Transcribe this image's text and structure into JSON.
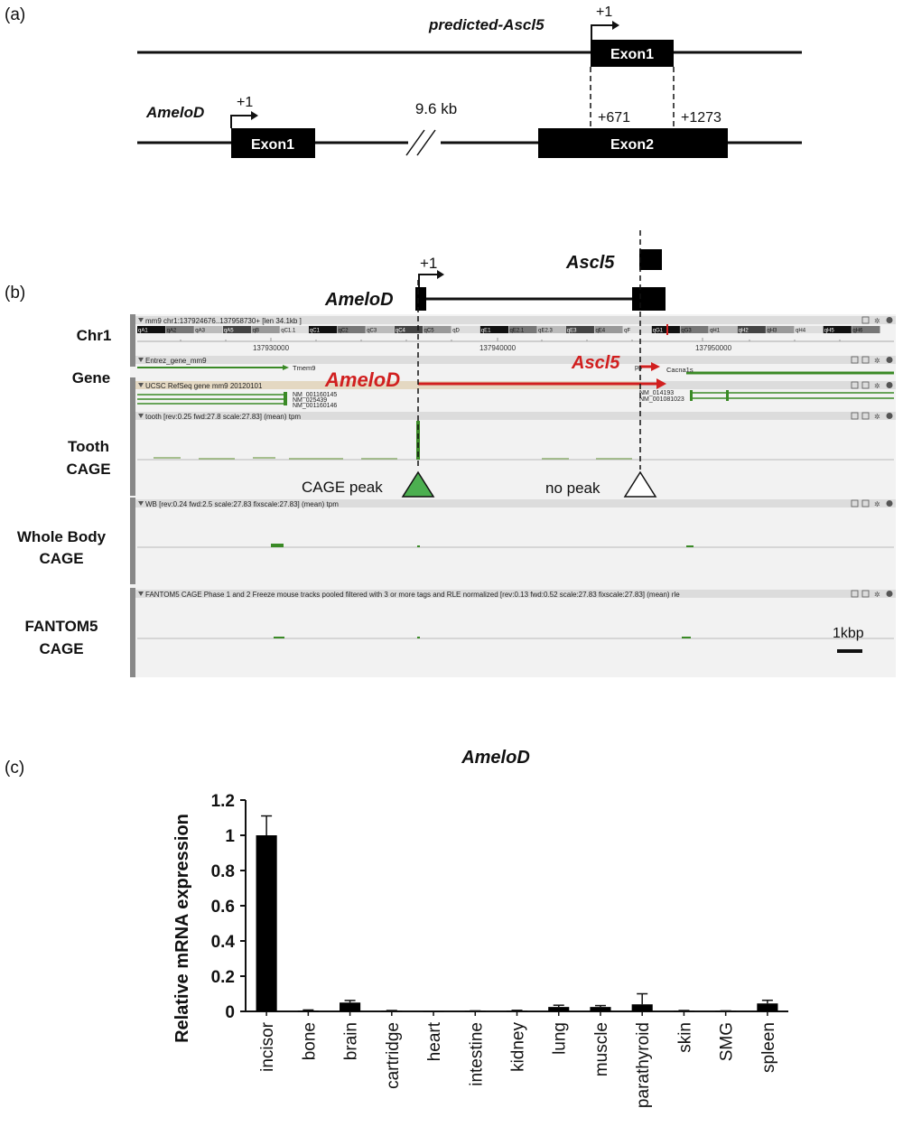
{
  "panel_a": {
    "label": "(a)",
    "top_gene": "predicted-Ascl5",
    "top_tss": "+1",
    "top_exon": "Exon1",
    "bottom_gene": "AmeloD",
    "bottom_tss": "+1",
    "exon1": "Exon1",
    "exon2": "Exon2",
    "gap": "9.6 kb",
    "pos_start": "+671",
    "pos_end": "+1273"
  },
  "panel_b": {
    "label": "(b)",
    "tss": "+1",
    "ascl5": "Ascl5",
    "amelod": "AmeloD",
    "row_chr1": "Chr1",
    "row_gene": "Gene",
    "row_tooth_1": "Tooth",
    "row_tooth_2": "CAGE",
    "row_wb_1": "Whole Body",
    "row_wb_2": "CAGE",
    "row_f5_1": "FANTOM5",
    "row_f5_2": "CAGE",
    "chr_header": "mm9 chr1:137924676..137958730+ [len 34.1kb ]",
    "bands": [
      "qA1",
      "qA2",
      "qA3",
      "qA5",
      "qB",
      "qC1.1",
      "qC1",
      "qC2",
      "qC3",
      "qC4",
      "qC5",
      "qD",
      "qE1",
      "qE2.1",
      "qE2.3",
      "qE3",
      "qE4",
      "qF",
      "qG1",
      "qG3",
      "qH1",
      "qH2",
      "qH3",
      "qH4",
      "qH5",
      "qH6"
    ],
    "coord_1": "137930000",
    "coord_2": "137940000",
    "coord_3": "137950000",
    "entrez_track": "Entrez_gene_mm9",
    "tmem9": "Tmem9",
    "ucsc_track": "UCSC RefSeq gene mm9 20120101",
    "nm_left": [
      "NM_001160145",
      "NM_025439",
      "NM_001160146"
    ],
    "nm_right": [
      "NM_014193",
      "NM_001081023"
    ],
    "cacna1s": "Cacna1s",
    "pp": "pp",
    "tooth_track": "tooth [rev:0.25 fwd:27.8 scale:27.83] (mean) tpm",
    "cage_peak": "CAGE peak",
    "no_peak": "no peak",
    "wb_track": "WB [rev:0.24 fwd:2.5 scale:27.83 fixscale:27.83] (mean) tpm",
    "f5_track": "FANTOM5 CAGE Phase 1 and 2 Freeze mouse tracks pooled filtered with 3 or more tags and RLE normalized [rev:0.13 fwd:0.52 scale:27.83 fixscale:27.83] (mean) rle",
    "scale_bar": "1kbp",
    "colors": {
      "red": "#d11f1f",
      "green": "#3a8a26",
      "peak_fill": "#4caf50"
    }
  },
  "panel_c": {
    "label": "(c)"
  },
  "chart_data": {
    "type": "bar",
    "title": "AmeloD",
    "xlabel": "",
    "ylabel": "Relative mRNA expression",
    "ylim": [
      0,
      1.2
    ],
    "yticks": [
      "0",
      "0.2",
      "0.4",
      "0.6",
      "0.8",
      "1",
      "1.2"
    ],
    "categories": [
      "incisor",
      "bone",
      "brain",
      "cartridge",
      "heart",
      "intestine",
      "kidney",
      "lung",
      "muscle",
      "parathyroid",
      "skin",
      "SMG",
      "spleen"
    ],
    "values": [
      1.0,
      0.005,
      0.05,
      0.003,
      0.0,
      0.002,
      0.004,
      0.025,
      0.025,
      0.04,
      0.003,
      0.002,
      0.045
    ],
    "errors": [
      0.11,
      0.003,
      0.012,
      0.002,
      0.0,
      0.001,
      0.002,
      0.01,
      0.008,
      0.06,
      0.002,
      0.001,
      0.018
    ]
  }
}
